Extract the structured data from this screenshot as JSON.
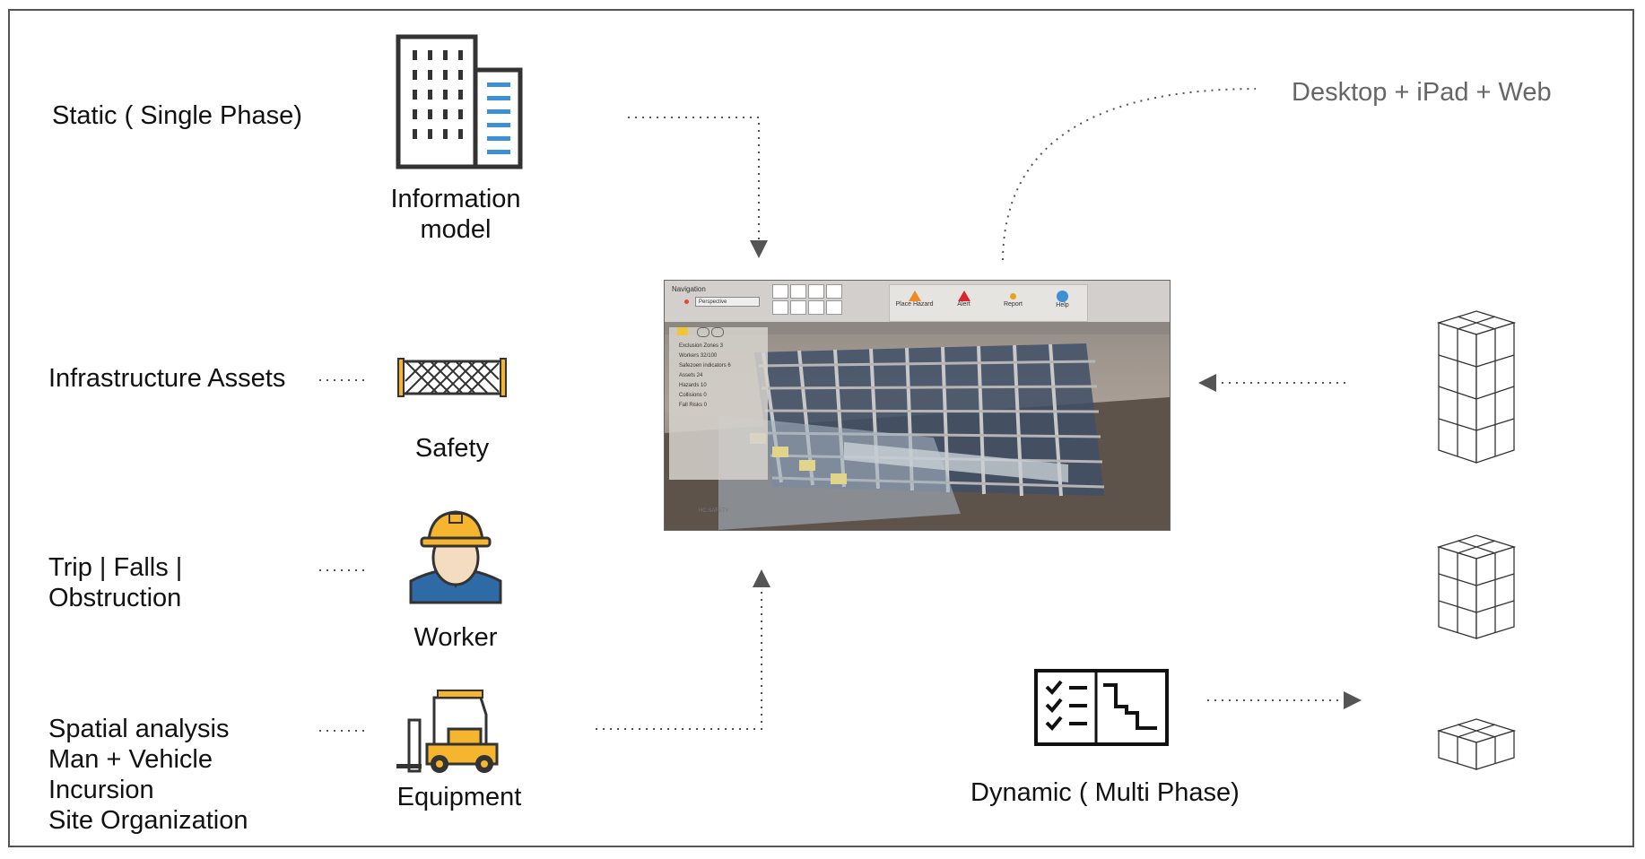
{
  "left_labels": {
    "static": "Static ( Single Phase)",
    "infrastructure": "Infrastructure Assets",
    "trip_line1": "Trip | Falls |",
    "trip_line2": "Obstruction",
    "spatial_line1": "Spatial analysis",
    "spatial_line2": "Man + Vehicle",
    "spatial_line3": "Incursion",
    "spatial_line4": "Site Organization"
  },
  "icons": {
    "information_model_line1": "Information",
    "information_model_line2": "model",
    "safety": "Safety",
    "worker": "Worker",
    "equipment": "Equipment"
  },
  "right_labels": {
    "platforms": "Desktop + iPad + Web",
    "dynamic": "Dynamic ( Multi  Phase)"
  },
  "screenshot": {
    "nav_title": "Navigation",
    "view_select": "Perspective",
    "panel_items": [
      "Exclusion Zones 3",
      "Workers 32/100",
      "Safezoen indicators 6",
      "Assets 24",
      "Hazards 10",
      "Collisions 0",
      "Fall Risks 0"
    ],
    "toolbar": [
      "Place Hazard",
      "Alert",
      "Report",
      "Help"
    ],
    "brand": "HC SAFETY"
  },
  "colors": {
    "accent_blue": "#3d8fd6",
    "hardhat_yellow": "#f5b52e",
    "worker_blue": "#2e6aa6",
    "dotted_line": "#555555"
  }
}
